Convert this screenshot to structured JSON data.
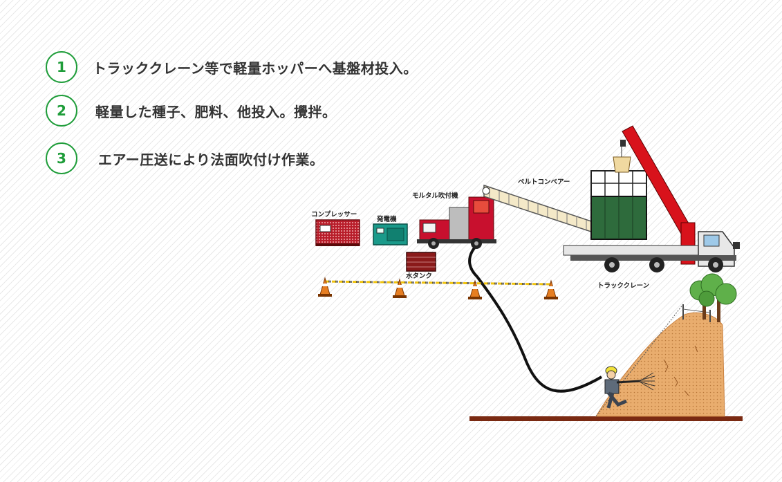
{
  "steps": [
    {
      "number": "1",
      "text": "トラッククレーン等で軽量ホッパーへ基盤材投入。"
    },
    {
      "number": "2",
      "text": "軽量した種子、肥料、他投入。攪拌。"
    },
    {
      "number": "3",
      "text": "エアー圧送により法面吹付け作業。"
    }
  ],
  "diagram": {
    "labels": {
      "compressor": "コンプレッサー",
      "generator": "発電機",
      "water_tank": "水タンク",
      "mortar_sprayer": "モルタル吹付機",
      "belt_conveyor": "ベルトコンベアー",
      "truck_crane": "トラッククレーン"
    }
  },
  "colors": {
    "accent": "#1f9d3a",
    "machine_red": "#c8102e",
    "generator_teal": "#1a9a8a",
    "ground": "#7a2a12",
    "slope": "#e6a868"
  }
}
